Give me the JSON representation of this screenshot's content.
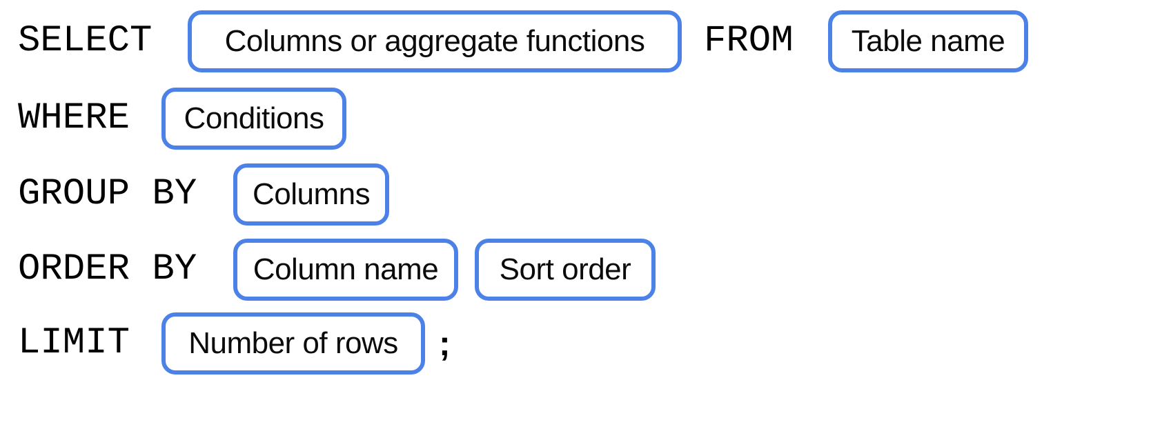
{
  "diagram": {
    "title": "SQL SELECT statement syntax template",
    "accent_color": "#4c82e8",
    "text_color": "#000000",
    "background_color": "#ffffff",
    "terminator": ";",
    "clauses": [
      {
        "keyword": "SELECT",
        "placeholders": [
          {
            "label": "Columns or aggregate functions"
          }
        ],
        "trailing_keyword": "FROM",
        "trailing_placeholders": [
          {
            "label": "Table name"
          }
        ]
      },
      {
        "keyword": "WHERE",
        "placeholders": [
          {
            "label": "Conditions"
          }
        ]
      },
      {
        "keyword": "GROUP BY",
        "placeholders": [
          {
            "label": "Columns"
          }
        ]
      },
      {
        "keyword": "ORDER BY",
        "placeholders": [
          {
            "label": "Column name"
          },
          {
            "label": "Sort order"
          }
        ]
      },
      {
        "keyword": "LIMIT",
        "placeholders": [
          {
            "label": "Number of rows"
          }
        ]
      }
    ]
  }
}
